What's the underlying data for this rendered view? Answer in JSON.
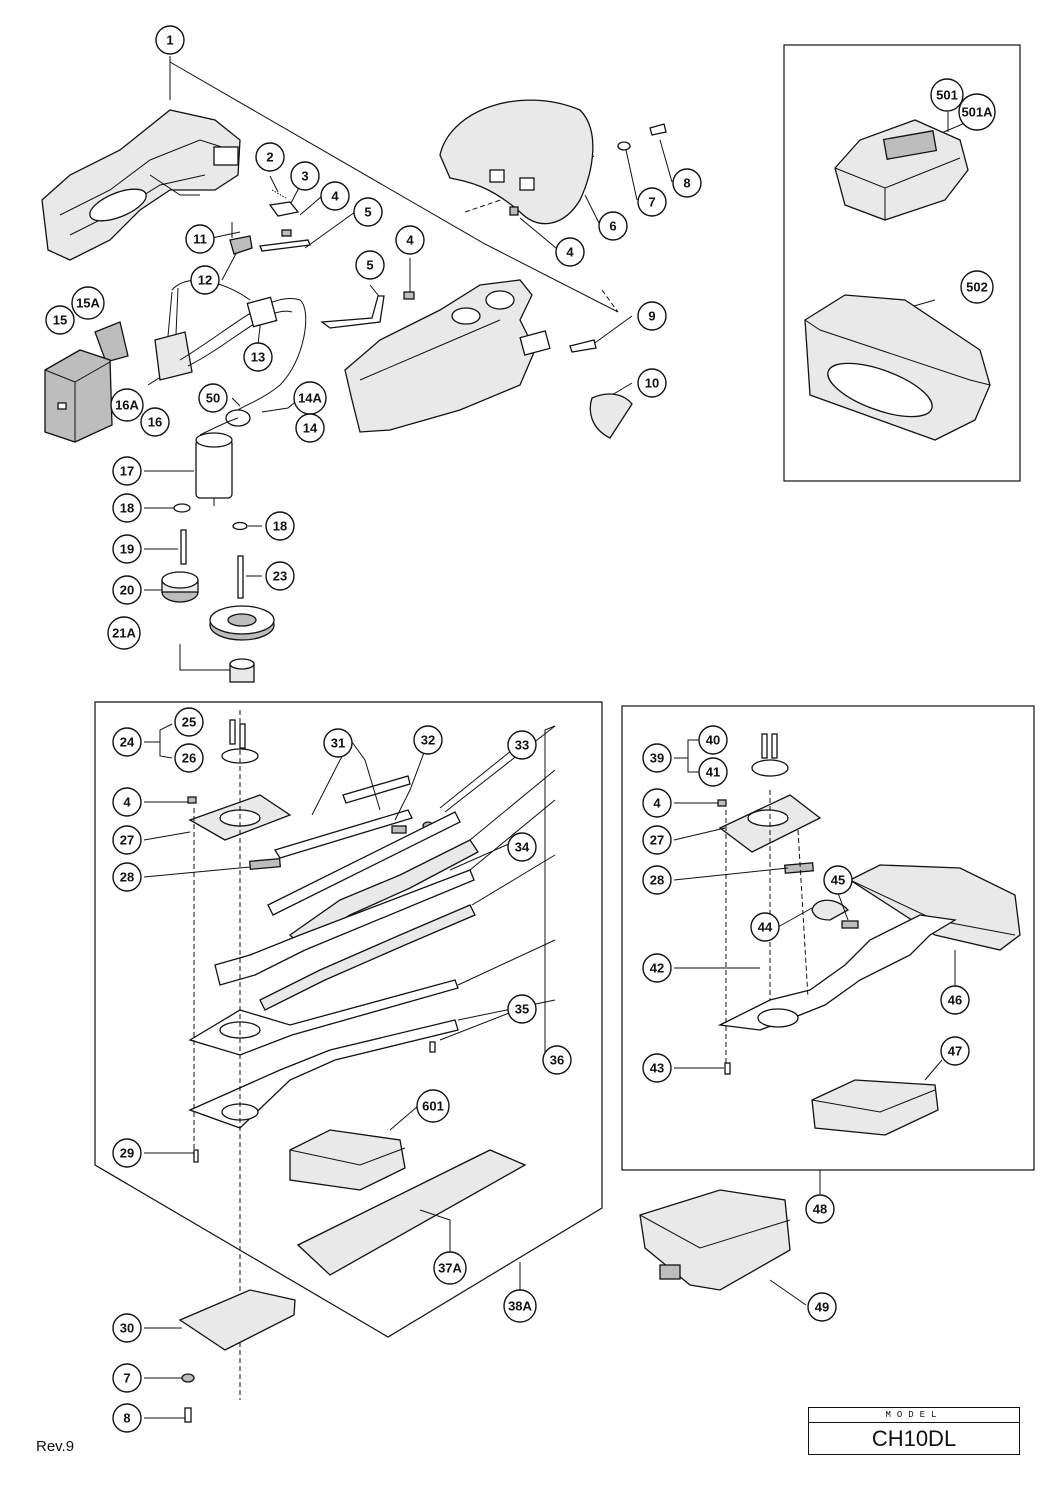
{
  "revision": "Rev.9",
  "model": {
    "label": "MODEL",
    "value": "CH10DL"
  },
  "callouts": [
    {
      "id": "c1",
      "text": "1"
    },
    {
      "id": "c2",
      "text": "2"
    },
    {
      "id": "c3",
      "text": "3"
    },
    {
      "id": "c4a",
      "text": "4"
    },
    {
      "id": "c5a",
      "text": "5"
    },
    {
      "id": "c11",
      "text": "11"
    },
    {
      "id": "c12",
      "text": "12"
    },
    {
      "id": "c15a",
      "text": "15A"
    },
    {
      "id": "c15",
      "text": "15"
    },
    {
      "id": "c16a",
      "text": "16A"
    },
    {
      "id": "c16",
      "text": "16"
    },
    {
      "id": "c13",
      "text": "13"
    },
    {
      "id": "c50",
      "text": "50"
    },
    {
      "id": "c14a",
      "text": "14A"
    },
    {
      "id": "c14",
      "text": "14"
    },
    {
      "id": "c17",
      "text": "17"
    },
    {
      "id": "c18a",
      "text": "18"
    },
    {
      "id": "c19",
      "text": "19"
    },
    {
      "id": "c20",
      "text": "20"
    },
    {
      "id": "c21a",
      "text": "21A"
    },
    {
      "id": "c18b",
      "text": "18"
    },
    {
      "id": "c23",
      "text": "23"
    },
    {
      "id": "c5b",
      "text": "5"
    },
    {
      "id": "c4b",
      "text": "4"
    },
    {
      "id": "c6",
      "text": "6"
    },
    {
      "id": "c7a",
      "text": "7"
    },
    {
      "id": "c8a",
      "text": "8"
    },
    {
      "id": "c4c",
      "text": "4"
    },
    {
      "id": "c9",
      "text": "9"
    },
    {
      "id": "c10",
      "text": "10"
    },
    {
      "id": "c501",
      "text": "501"
    },
    {
      "id": "c501a",
      "text": "501A"
    },
    {
      "id": "c502",
      "text": "502"
    },
    {
      "id": "c24",
      "text": "24"
    },
    {
      "id": "c25",
      "text": "25"
    },
    {
      "id": "c26",
      "text": "26"
    },
    {
      "id": "c4d",
      "text": "4"
    },
    {
      "id": "c27a",
      "text": "27"
    },
    {
      "id": "c28a",
      "text": "28"
    },
    {
      "id": "c31",
      "text": "31"
    },
    {
      "id": "c32",
      "text": "32"
    },
    {
      "id": "c33",
      "text": "33"
    },
    {
      "id": "c34",
      "text": "34"
    },
    {
      "id": "c35",
      "text": "35"
    },
    {
      "id": "c36",
      "text": "36"
    },
    {
      "id": "c29",
      "text": "29"
    },
    {
      "id": "c601",
      "text": "601"
    },
    {
      "id": "c37a",
      "text": "37A"
    },
    {
      "id": "c38a",
      "text": "38A"
    },
    {
      "id": "c30",
      "text": "30"
    },
    {
      "id": "c7b",
      "text": "7"
    },
    {
      "id": "c8b",
      "text": "8"
    },
    {
      "id": "c39",
      "text": "39"
    },
    {
      "id": "c40",
      "text": "40"
    },
    {
      "id": "c41",
      "text": "41"
    },
    {
      "id": "c4e",
      "text": "4"
    },
    {
      "id": "c27b",
      "text": "27"
    },
    {
      "id": "c28b",
      "text": "28"
    },
    {
      "id": "c45",
      "text": "45"
    },
    {
      "id": "c44",
      "text": "44"
    },
    {
      "id": "c42",
      "text": "42"
    },
    {
      "id": "c46",
      "text": "46"
    },
    {
      "id": "c43",
      "text": "43"
    },
    {
      "id": "c47",
      "text": "47"
    },
    {
      "id": "c48",
      "text": "48"
    },
    {
      "id": "c49",
      "text": "49"
    }
  ]
}
